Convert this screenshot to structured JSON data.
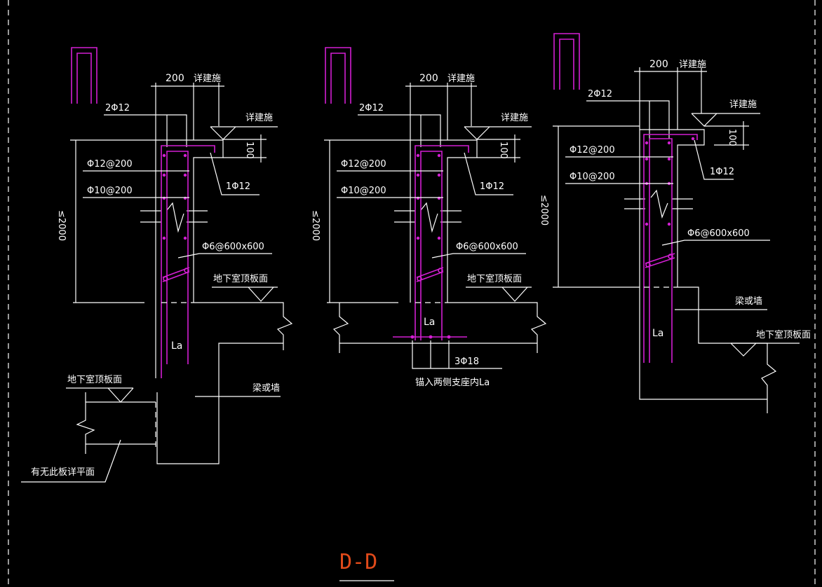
{
  "drawing": {
    "title": "D-D",
    "colors": {
      "background": "#000000",
      "lines": "#ffffff",
      "rebar": "#d21fd2",
      "title": "#e04a1a"
    },
    "detail_1": {
      "dim_width": "200",
      "ref_top": "详建施",
      "ref_side": "详建施",
      "dim_100": "100",
      "rebar_top": "2Φ12",
      "rebar_vert": "Φ12@200",
      "rebar_horiz": "Φ10@200",
      "rebar_corner": "1Φ12",
      "height": "≤2000",
      "tie": "Φ6@600x600",
      "roof_label": "地下室顶板面",
      "anchor": "La",
      "roof_label_2": "地下室顶板面",
      "beam_label": "梁或墙",
      "slab_note": "有无此板详平面"
    },
    "detail_2": {
      "dim_width": "200",
      "ref_top": "详建施",
      "ref_side": "详建施",
      "dim_100": "100",
      "rebar_top": "2Φ12",
      "rebar_vert": "Φ12@200",
      "rebar_horiz": "Φ10@200",
      "rebar_corner": "1Φ12",
      "height": "≤2000",
      "tie": "Φ6@600x600",
      "roof_label": "地下室顶板面",
      "anchor": "La",
      "bottom_bars": "3Φ18",
      "anchor_note": "锚入两侧支座内La"
    },
    "detail_3": {
      "dim_width": "200",
      "ref_top": "详建施",
      "ref_side": "详建施",
      "dim_100": "100",
      "rebar_top": "2Φ12",
      "rebar_vert": "Φ12@200",
      "rebar_horiz": "Φ10@200",
      "rebar_corner": "1Φ12",
      "height": "≤2000",
      "tie": "Φ6@600x600",
      "beam_label": "梁或墙",
      "anchor": "La",
      "roof_label": "地下室顶板面"
    }
  }
}
